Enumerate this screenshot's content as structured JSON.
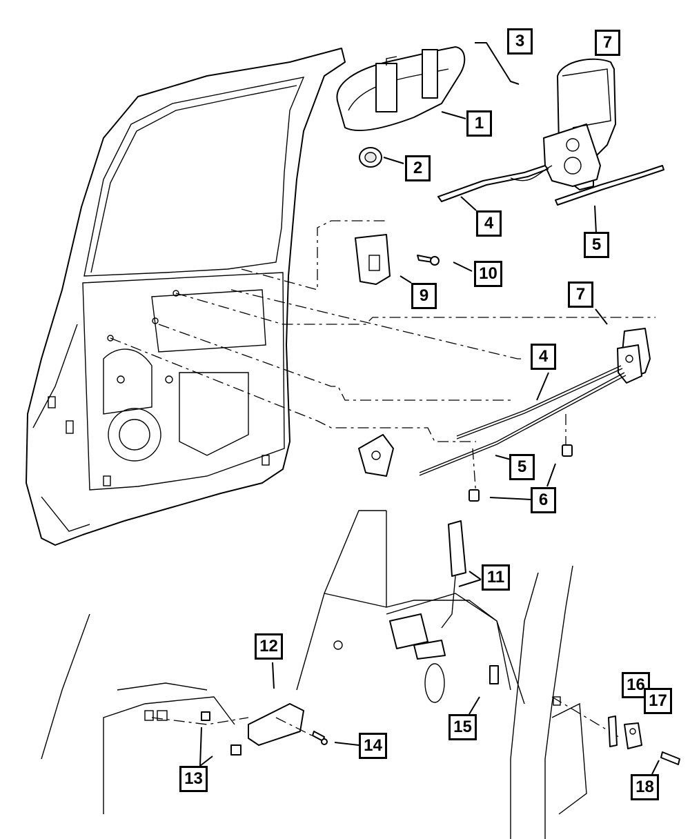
{
  "diagram": {
    "title": "Rear door latch, handle and striker exploded parts diagram",
    "callouts": [
      {
        "id": "1",
        "label": "1",
        "part": "exterior door handle"
      },
      {
        "id": "2",
        "label": "2",
        "part": "handle grommet / nut"
      },
      {
        "id": "3",
        "label": "3",
        "part": "handle-to-latch link rod"
      },
      {
        "id": "7a",
        "label": "7",
        "part": "door latch (upper detail)"
      },
      {
        "id": "4a",
        "label": "4",
        "part": "cable rod (upper detail)"
      },
      {
        "id": "5a",
        "label": "5",
        "part": "cable rod (upper detail)"
      },
      {
        "id": "10",
        "label": "10",
        "part": "screw"
      },
      {
        "id": "9",
        "label": "9",
        "part": "bracket"
      },
      {
        "id": "7b",
        "label": "7",
        "part": "door latch"
      },
      {
        "id": "4b",
        "label": "4",
        "part": "cable"
      },
      {
        "id": "5b",
        "label": "5",
        "part": "cable"
      },
      {
        "id": "6",
        "label": "6",
        "part": "clips"
      },
      {
        "id": "11",
        "label": "11",
        "part": "inside handle / rod"
      },
      {
        "id": "12",
        "label": "12",
        "part": "striker bracket"
      },
      {
        "id": "13",
        "label": "13",
        "part": "retainer clips"
      },
      {
        "id": "14",
        "label": "14",
        "part": "bolt"
      },
      {
        "id": "15",
        "label": "15",
        "part": "clip"
      },
      {
        "id": "16",
        "label": "16",
        "part": "striker"
      },
      {
        "id": "17",
        "label": "17",
        "part": "striker shim"
      },
      {
        "id": "18",
        "label": "18",
        "part": "screw"
      }
    ]
  }
}
